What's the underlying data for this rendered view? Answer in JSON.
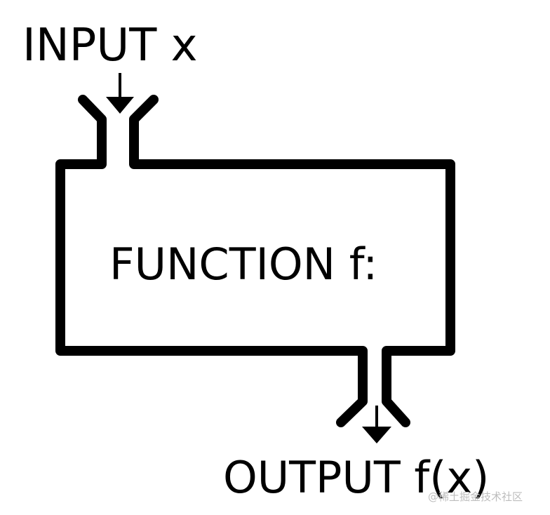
{
  "diagram": {
    "input_label": "INPUT x",
    "function_label": "FUNCTION f:",
    "output_label": "OUTPUT f(x)"
  },
  "watermark": {
    "text": "@稀土掘金技术社区"
  },
  "colors": {
    "stroke": "#000000",
    "background": "#ffffff",
    "watermark": "#bdbdbd"
  }
}
